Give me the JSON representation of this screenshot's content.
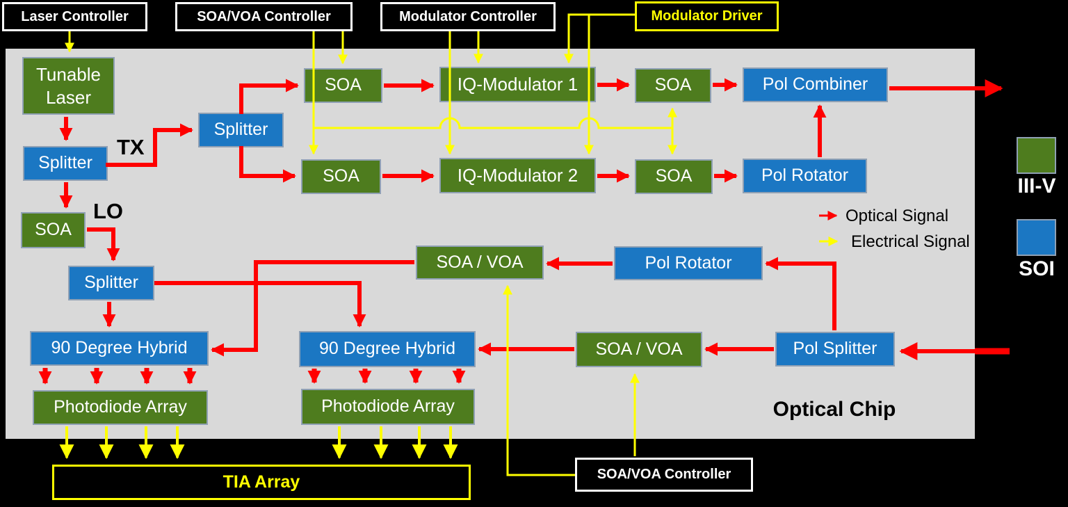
{
  "colors": {
    "iii_v_green": "#4e7c1e",
    "soi_blue": "#1b77c3",
    "optical_signal_red": "#ff0000",
    "electrical_signal_yellow": "#ffff00",
    "chip_background": "#d9d9d9",
    "outside_background": "#000000"
  },
  "external": {
    "laser_controller": {
      "label": "Laser Controller"
    },
    "soa_voa_controller_top": {
      "label": "SOA/VOA Controller"
    },
    "modulator_controller": {
      "label": "Modulator Controller"
    },
    "modulator_driver": {
      "label": "Modulator Driver"
    },
    "soa_voa_controller_bottom": {
      "label": "SOA/VOA Controller"
    },
    "tia_array": {
      "label": "TIA Array"
    }
  },
  "chip": {
    "label": "Optical Chip",
    "tx_label": "TX",
    "lo_label": "LO",
    "nodes": {
      "tunable_laser": {
        "label": "Tunable Laser",
        "type": "III-V"
      },
      "splitter_tx": {
        "label": "Splitter",
        "type": "SOI"
      },
      "splitter_main": {
        "label": "Splitter",
        "type": "SOI"
      },
      "soa_lo": {
        "label": "SOA",
        "type": "III-V"
      },
      "splitter_lo": {
        "label": "Splitter",
        "type": "SOI"
      },
      "soa_tx_upper": {
        "label": "SOA",
        "type": "III-V"
      },
      "soa_tx_lower": {
        "label": "SOA",
        "type": "III-V"
      },
      "iq_modulator_1": {
        "label": "IQ-Modulator 1",
        "type": "III-V"
      },
      "iq_modulator_2": {
        "label": "IQ-Modulator 2",
        "type": "III-V"
      },
      "soa_out_upper": {
        "label": "SOA",
        "type": "III-V"
      },
      "soa_out_lower": {
        "label": "SOA",
        "type": "III-V"
      },
      "pol_combiner": {
        "label": "Pol Combiner",
        "type": "SOI"
      },
      "pol_rotator_tx": {
        "label": "Pol Rotator",
        "type": "SOI"
      },
      "soa_voa_rx_upper": {
        "label": "SOA / VOA",
        "type": "III-V"
      },
      "pol_rotator_rx": {
        "label": "Pol Rotator",
        "type": "SOI"
      },
      "hybrid_1": {
        "label": "90 Degree Hybrid",
        "type": "SOI"
      },
      "hybrid_2": {
        "label": "90 Degree Hybrid",
        "type": "SOI"
      },
      "photodiode_array_1": {
        "label": "Photodiode Array",
        "type": "III-V"
      },
      "photodiode_array_2": {
        "label": "Photodiode Array",
        "type": "III-V"
      },
      "soa_voa_rx_lower": {
        "label": "SOA / VOA",
        "type": "III-V"
      },
      "pol_splitter": {
        "label": "Pol Splitter",
        "type": "SOI"
      }
    }
  },
  "legend": {
    "optical_signal": {
      "label": "Optical Signal",
      "color": "#ff0000"
    },
    "electrical_signal": {
      "label": "Electrical Signal",
      "color": "#ffff00"
    },
    "iii_v": {
      "label": "III-V",
      "color": "#4e7c1e"
    },
    "soi": {
      "label": "SOI",
      "color": "#1b77c3"
    }
  }
}
